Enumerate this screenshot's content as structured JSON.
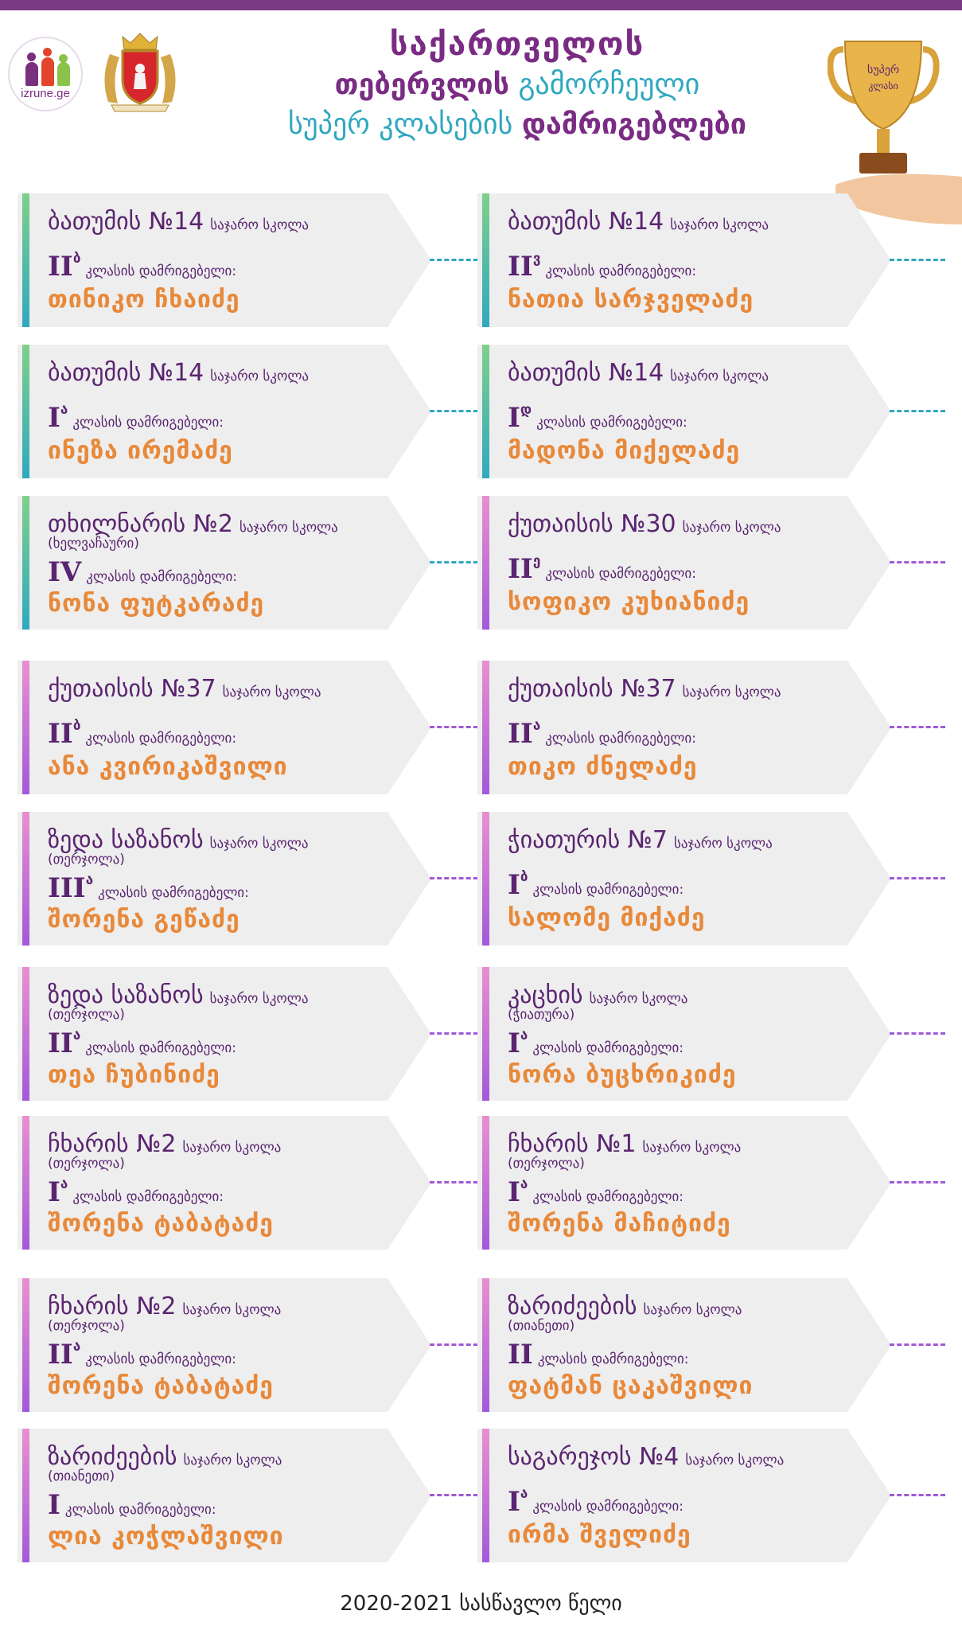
{
  "header": {
    "line1": "საქართველოს",
    "line2_a": "თებერვლის",
    "line2_b": " გამორჩეული",
    "line3_a": "სუპერ კლასების ",
    "line3_b": "დამრიგებლები",
    "logo_text": "izrune.ge",
    "trophy_text_1": "სუპერ",
    "trophy_text_2": "კლასი"
  },
  "colors": {
    "teal": "#2fa8bf",
    "purple": "#7a2c84",
    "orange": "#e8893a",
    "violet": "#a259d9"
  },
  "cards": [
    {
      "school": "ბათუმის №14",
      "type": "საჯარო სკოლა",
      "sub": "",
      "roman": "II",
      "sup": "ბ",
      "cls": "კლასის დამრიგებელი:",
      "name": "თინიკო ჩხაიძე"
    },
    {
      "school": "ბათუმის №14",
      "type": "საჯარო სკოლა",
      "sub": "",
      "roman": "II",
      "sup": "ვ",
      "cls": "კლასის დამრიგებელი:",
      "name": "ნათია სარჯველაძე"
    },
    {
      "school": "ბათუმის №14",
      "type": "საჯარო სკოლა",
      "sub": "",
      "roman": "I",
      "sup": "ა",
      "cls": "კლასის დამრიგებელი:",
      "name": "ინეზა ირემაძე"
    },
    {
      "school": "ბათუმის №14",
      "type": "საჯარო სკოლა",
      "sub": "",
      "roman": "I",
      "sup": "დ",
      "cls": "კლასის დამრიგებელი:",
      "name": "მადონა მიქელაძე"
    },
    {
      "school": "თხილნარის №2",
      "type": "საჯარო სკოლა",
      "sub": "(ხელვაჩაური)",
      "roman": "IV",
      "sup": "",
      "cls": "კლასის დამრიგებელი:",
      "name": "ნონა ფუტკარაძე"
    },
    {
      "school": "ქუთაისის №30",
      "type": "საჯარო სკოლა",
      "sub": "",
      "roman": "II",
      "sup": "ე",
      "cls": "კლასის დამრიგებელი:",
      "name": "სოფიკო კუხიანიძე"
    },
    {
      "school": "ქუთაისის №37",
      "type": "საჯარო სკოლა",
      "sub": "",
      "roman": "II",
      "sup": "ბ",
      "cls": "კლასის დამრიგებელი:",
      "name": "ანა კვირიკაშვილი"
    },
    {
      "school": "ქუთაისის №37",
      "type": "საჯარო სკოლა",
      "sub": "",
      "roman": "II",
      "sup": "ა",
      "cls": "კლასის დამრიგებელი:",
      "name": "თიკო ძნელაძე"
    },
    {
      "school": "ზედა საზანოს",
      "type": "საჯარო სკოლა",
      "sub": "(თერჯოლა)",
      "roman": "III",
      "sup": "ა",
      "cls": "კლასის დამრიგებელი:",
      "name": "შორენა გეწაძე"
    },
    {
      "school": "ჭიათურის №7",
      "type": "საჯარო სკოლა",
      "sub": "",
      "roman": "I",
      "sup": "ბ",
      "cls": "კლასის დამრიგებელი:",
      "name": "სალომე მიქაძე"
    },
    {
      "school": "ზედა საზანოს",
      "type": "საჯარო სკოლა",
      "sub": "(თერჯოლა)",
      "roman": "II",
      "sup": "ა",
      "cls": "კლასის დამრიგებელი:",
      "name": "თეა ჩუბინიძე"
    },
    {
      "school": "კაცხის",
      "type": "საჯარო სკოლა",
      "sub": "(ჭიათურა)",
      "roman": "I",
      "sup": "ა",
      "cls": "კლასის დამრიგებელი:",
      "name": "ნორა ბუცხრიკიძე"
    },
    {
      "school": "ჩხარის №2",
      "type": "საჯარო სკოლა",
      "sub": "(თერჯოლა)",
      "roman": "I",
      "sup": "ა",
      "cls": "კლასის დამრიგებელი:",
      "name": "შორენა ტაბატაძე"
    },
    {
      "school": "ჩხარის №1",
      "type": "საჯარო სკოლა",
      "sub": "(თერჯოლა)",
      "roman": "I",
      "sup": "ა",
      "cls": "კლასის დამრიგებელი:",
      "name": "შორენა მაჩიტიძე"
    },
    {
      "school": "ჩხარის №2",
      "type": "საჯარო სკოლა",
      "sub": "(თერჯოლა)",
      "roman": "II",
      "sup": "ა",
      "cls": "კლასის დამრიგებელი:",
      "name": "შორენა ტაბატაძე"
    },
    {
      "school": "ზარიძეების",
      "type": "საჯარო სკოლა",
      "sub": "(თიანეთი)",
      "roman": "II",
      "sup": "",
      "cls": "კლასის დამრიგებელი:",
      "name": "ფატმან ცაკაშვილი"
    },
    {
      "school": "ზარიძეების",
      "type": "საჯარო სკოლა",
      "sub": "(თიანეთი)",
      "roman": "I",
      "sup": "",
      "cls": "კლასის დამრიგებელი:",
      "name": "ლია კოჭლაშვილი"
    },
    {
      "school": "საგარეჯოს №4",
      "type": "საჯარო სკოლა",
      "sub": "",
      "roman": "I",
      "sup": "ა",
      "cls": "კლასის დამრიგებელი:",
      "name": "ირმა შველიძე"
    }
  ],
  "footer": "2020-2021 სასწავლო წელი"
}
